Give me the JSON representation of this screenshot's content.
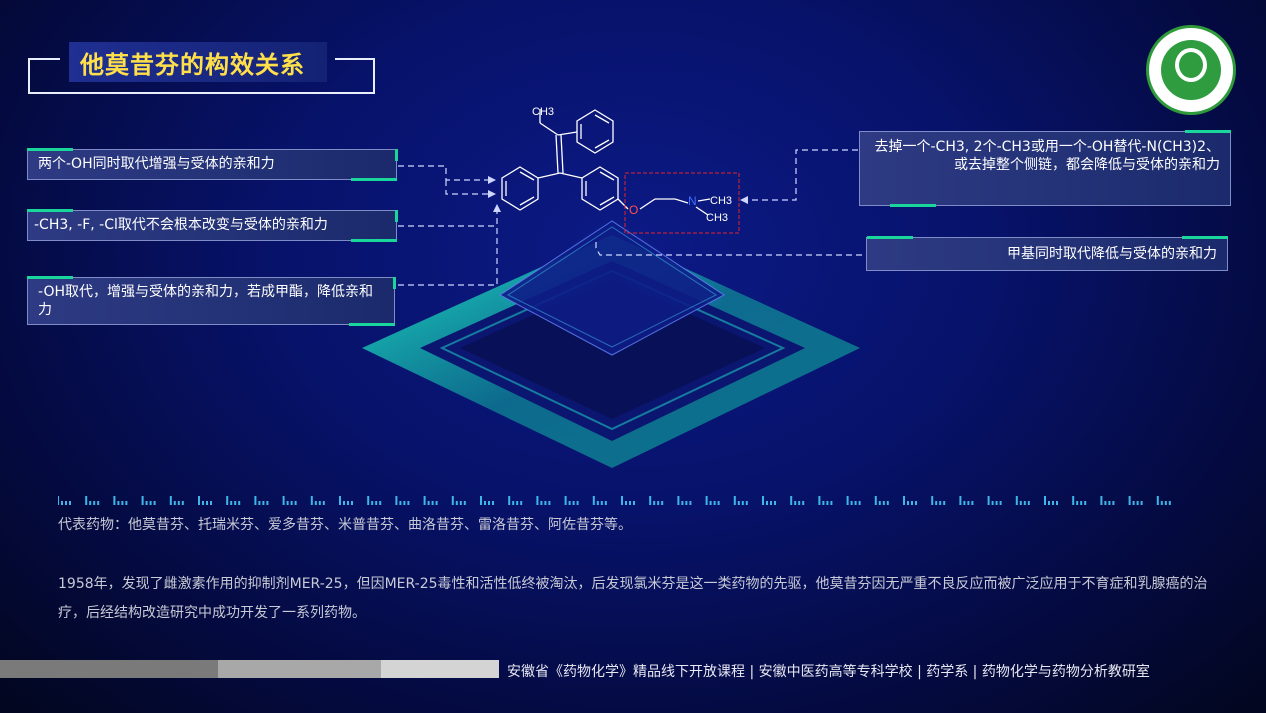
{
  "title": "他莫昔芬的构效关系",
  "logo": {
    "icon": "school-emblem-icon",
    "color": "#2e9a3a"
  },
  "left_notes": [
    "两个-OH同时取代增强与受体的亲和力",
    "-CH3, -F, -Cl取代不会根本改变与受体的亲和力",
    "-OH取代，增强与受体的亲和力，若成甲酯，降低亲和力"
  ],
  "right_notes": [
    "去掉一个-CH3, 2个-CH3或用一个-OH替代-N(CH3)2、或去掉整个侧链，都会降低与受体的亲和力",
    "甲基同时取代降低与受体的亲和力"
  ],
  "molecule": {
    "ch3_top": "CH3",
    "oxygen": "O",
    "nitrogen": "N",
    "n_ch3_a": "CH3",
    "n_ch3_b": "CH3"
  },
  "representative_drugs": "代表药物：他莫昔芬、托瑞米芬、爱多昔芬、米普昔芬、曲洛昔芬、雷洛昔芬、阿佐昔芬等。",
  "history": "1958年，发现了雌激素作用的抑制剂MER-25，但因MER-25毒性和活性低终被淘汰，后发现氯米芬是这一类药物的先驱，他莫昔芬因无严重不良反应而被广泛应用于不育症和乳腺癌的治疗，后经结构改造研究中成功开发了一系列药物。",
  "footer": "安徽省《药物化学》精品线下开放课程 | 安徽中医药高等专科学校 | 药学系 | 药物化学与药物分析教研室",
  "colors": {
    "accent_green": "#19d79a",
    "title_yellow": "#ffe04a",
    "highlight_red": "#e0242c",
    "teal_glow": "#1fe0c6"
  }
}
